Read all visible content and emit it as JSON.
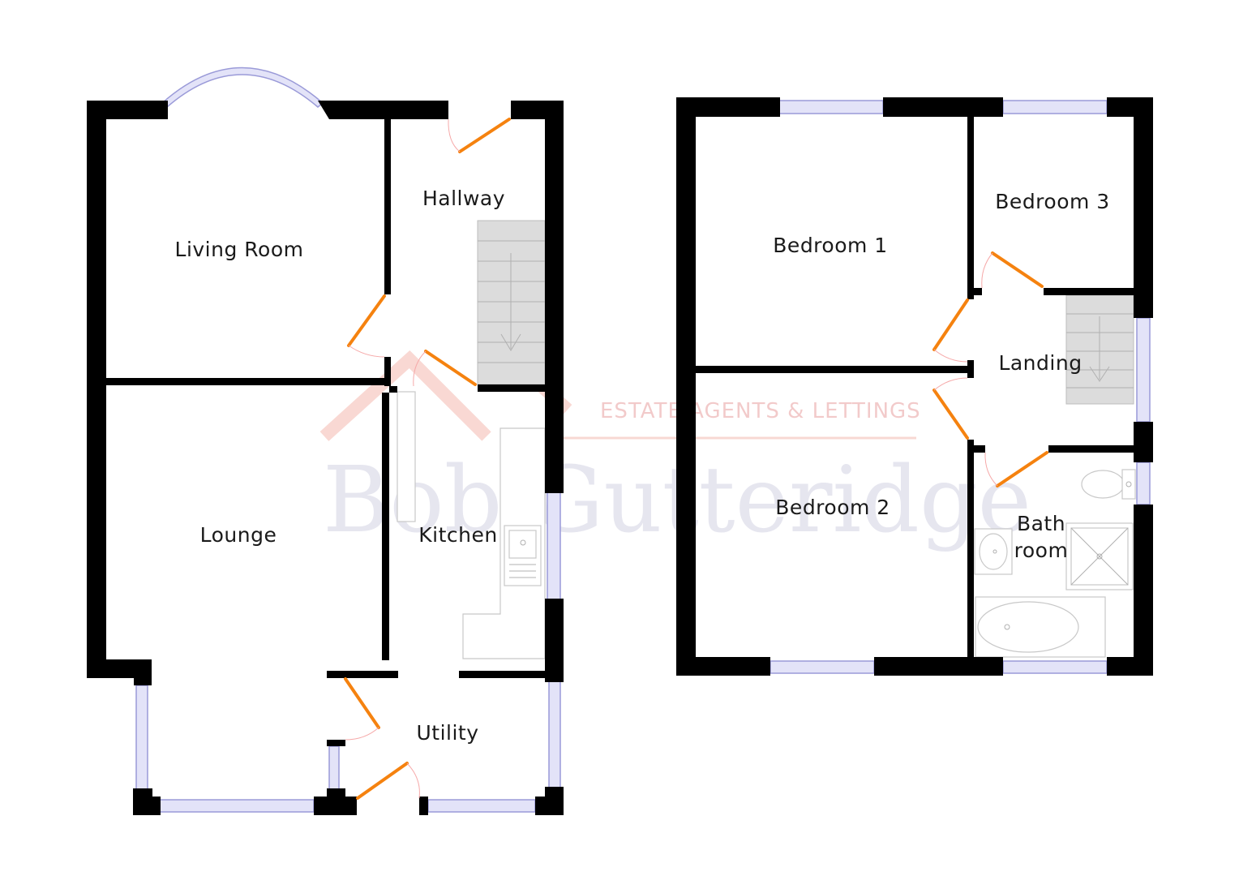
{
  "plan": {
    "ground_floor": {
      "rooms": [
        {
          "id": "living-room",
          "label": "Living Room"
        },
        {
          "id": "hallway",
          "label": "Hallway"
        },
        {
          "id": "lounge",
          "label": "Lounge"
        },
        {
          "id": "kitchen",
          "label": "Kitchen"
        },
        {
          "id": "utility",
          "label": "Utility"
        }
      ]
    },
    "first_floor": {
      "rooms": [
        {
          "id": "bedroom-1",
          "label": "Bedroom 1"
        },
        {
          "id": "bedroom-3",
          "label": "Bedroom 3"
        },
        {
          "id": "landing",
          "label": "Landing"
        },
        {
          "id": "bedroom-2",
          "label": "Bedroom 2"
        },
        {
          "id": "bathroom",
          "label_line1": "Bath",
          "label_line2": "room"
        }
      ]
    }
  },
  "watermark": {
    "name": "Bob Gutteridge",
    "tagline": "ESTATE AGENTS & LETTINGS",
    "colors": {
      "name": "#8f8fb8",
      "tagline": "#e38b8b"
    }
  },
  "colors": {
    "wall": "#000000",
    "door": "#f5820f",
    "window": "#e3e3f8",
    "stairs": "#dcdcdc"
  }
}
